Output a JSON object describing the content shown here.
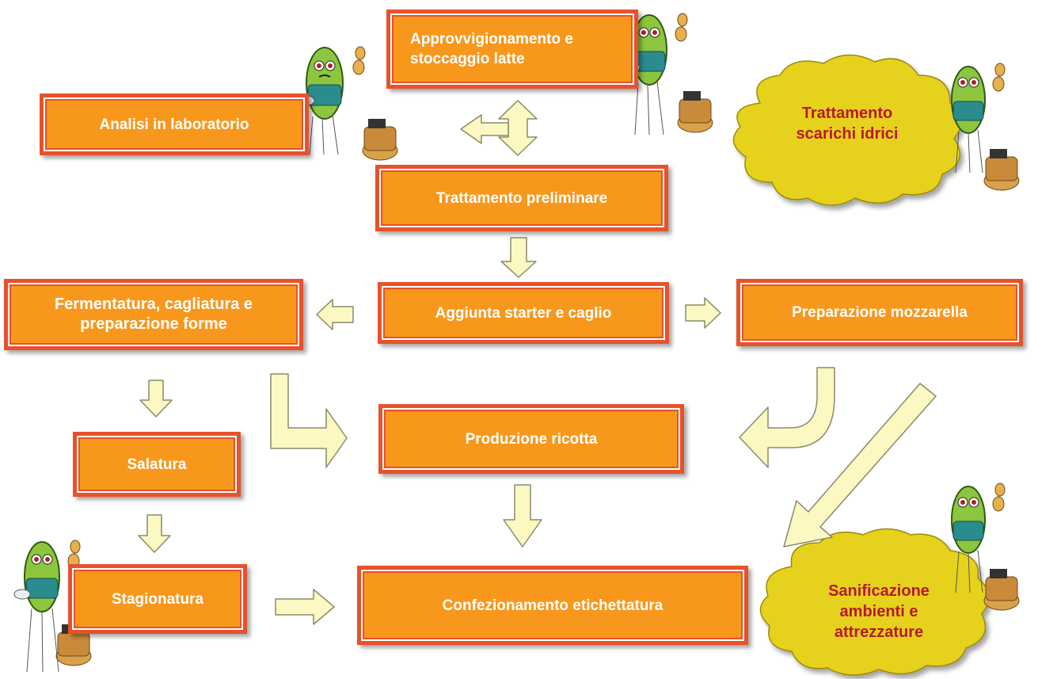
{
  "steps": {
    "approvvigionamento": "Approvvigionamento e stoccaggio latte",
    "analisi": "Analisi in laboratorio",
    "trattamento_preliminare": "Trattamento preliminare",
    "fermentatura": "Fermentatura, cagliatura e preparazione forme",
    "aggiunta": "Aggiunta starter e caglio",
    "mozzarella": "Preparazione mozzarella",
    "ricotta": "Produzione ricotta",
    "salatura": "Salatura",
    "stagionatura": "Stagionatura",
    "confezionamento": "Confezionamento etichettatura"
  },
  "clouds": {
    "scarichi": "Trattamento scarichi idrici",
    "sanificazione": "Sanificazione ambienti e attrezzature"
  },
  "colors": {
    "box_fill": "#f7981d",
    "box_border": "#e8512a",
    "arrow_fill": "#fbf8c2",
    "cloud_fill": "#e6d21e",
    "cloud_text": "#b8182a"
  },
  "icons": [
    "bacterium-mascot-icon"
  ]
}
